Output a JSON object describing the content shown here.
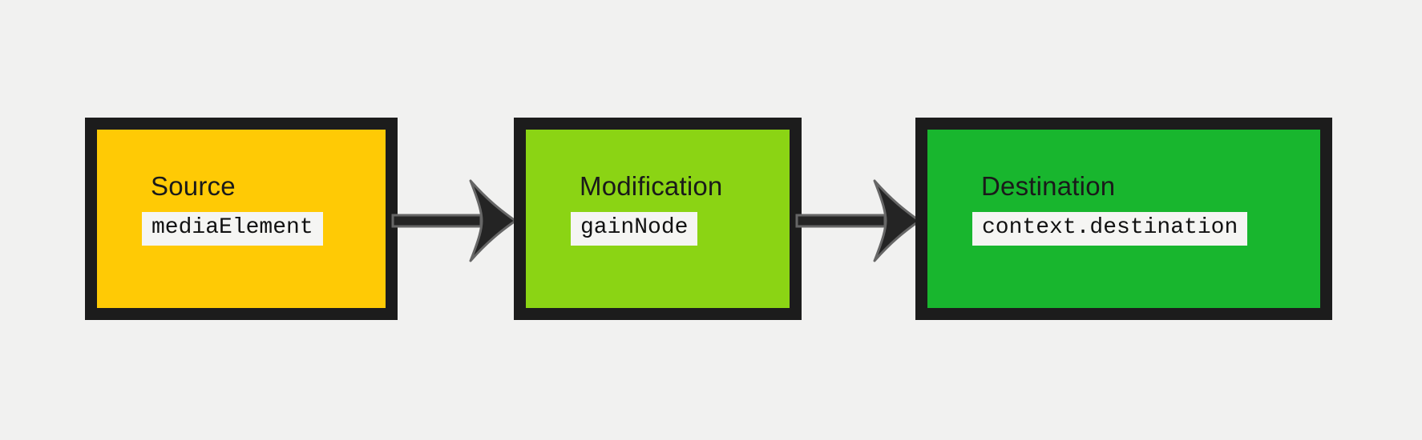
{
  "diagram": {
    "description": "audio-graph-pipeline",
    "nodes": [
      {
        "id": "source",
        "title": "Source",
        "code": "mediaElement",
        "color": "#FFCA05"
      },
      {
        "id": "modification",
        "title": "Modification",
        "code": "gainNode",
        "color": "#8BD414"
      },
      {
        "id": "destination",
        "title": "Destination",
        "code": "context.destination",
        "color": "#18B62E"
      }
    ],
    "arrows": [
      {
        "from": "source",
        "to": "modification"
      },
      {
        "from": "modification",
        "to": "destination"
      }
    ]
  },
  "colors": {
    "background": "#F1F1F0",
    "node-border": "#1C1C1C",
    "title-text": "#1A1A1A",
    "code-text": "#111111",
    "code-bg": "#F5F5F3",
    "arrow-fill": "#242424",
    "arrow-outline": "#666666"
  }
}
